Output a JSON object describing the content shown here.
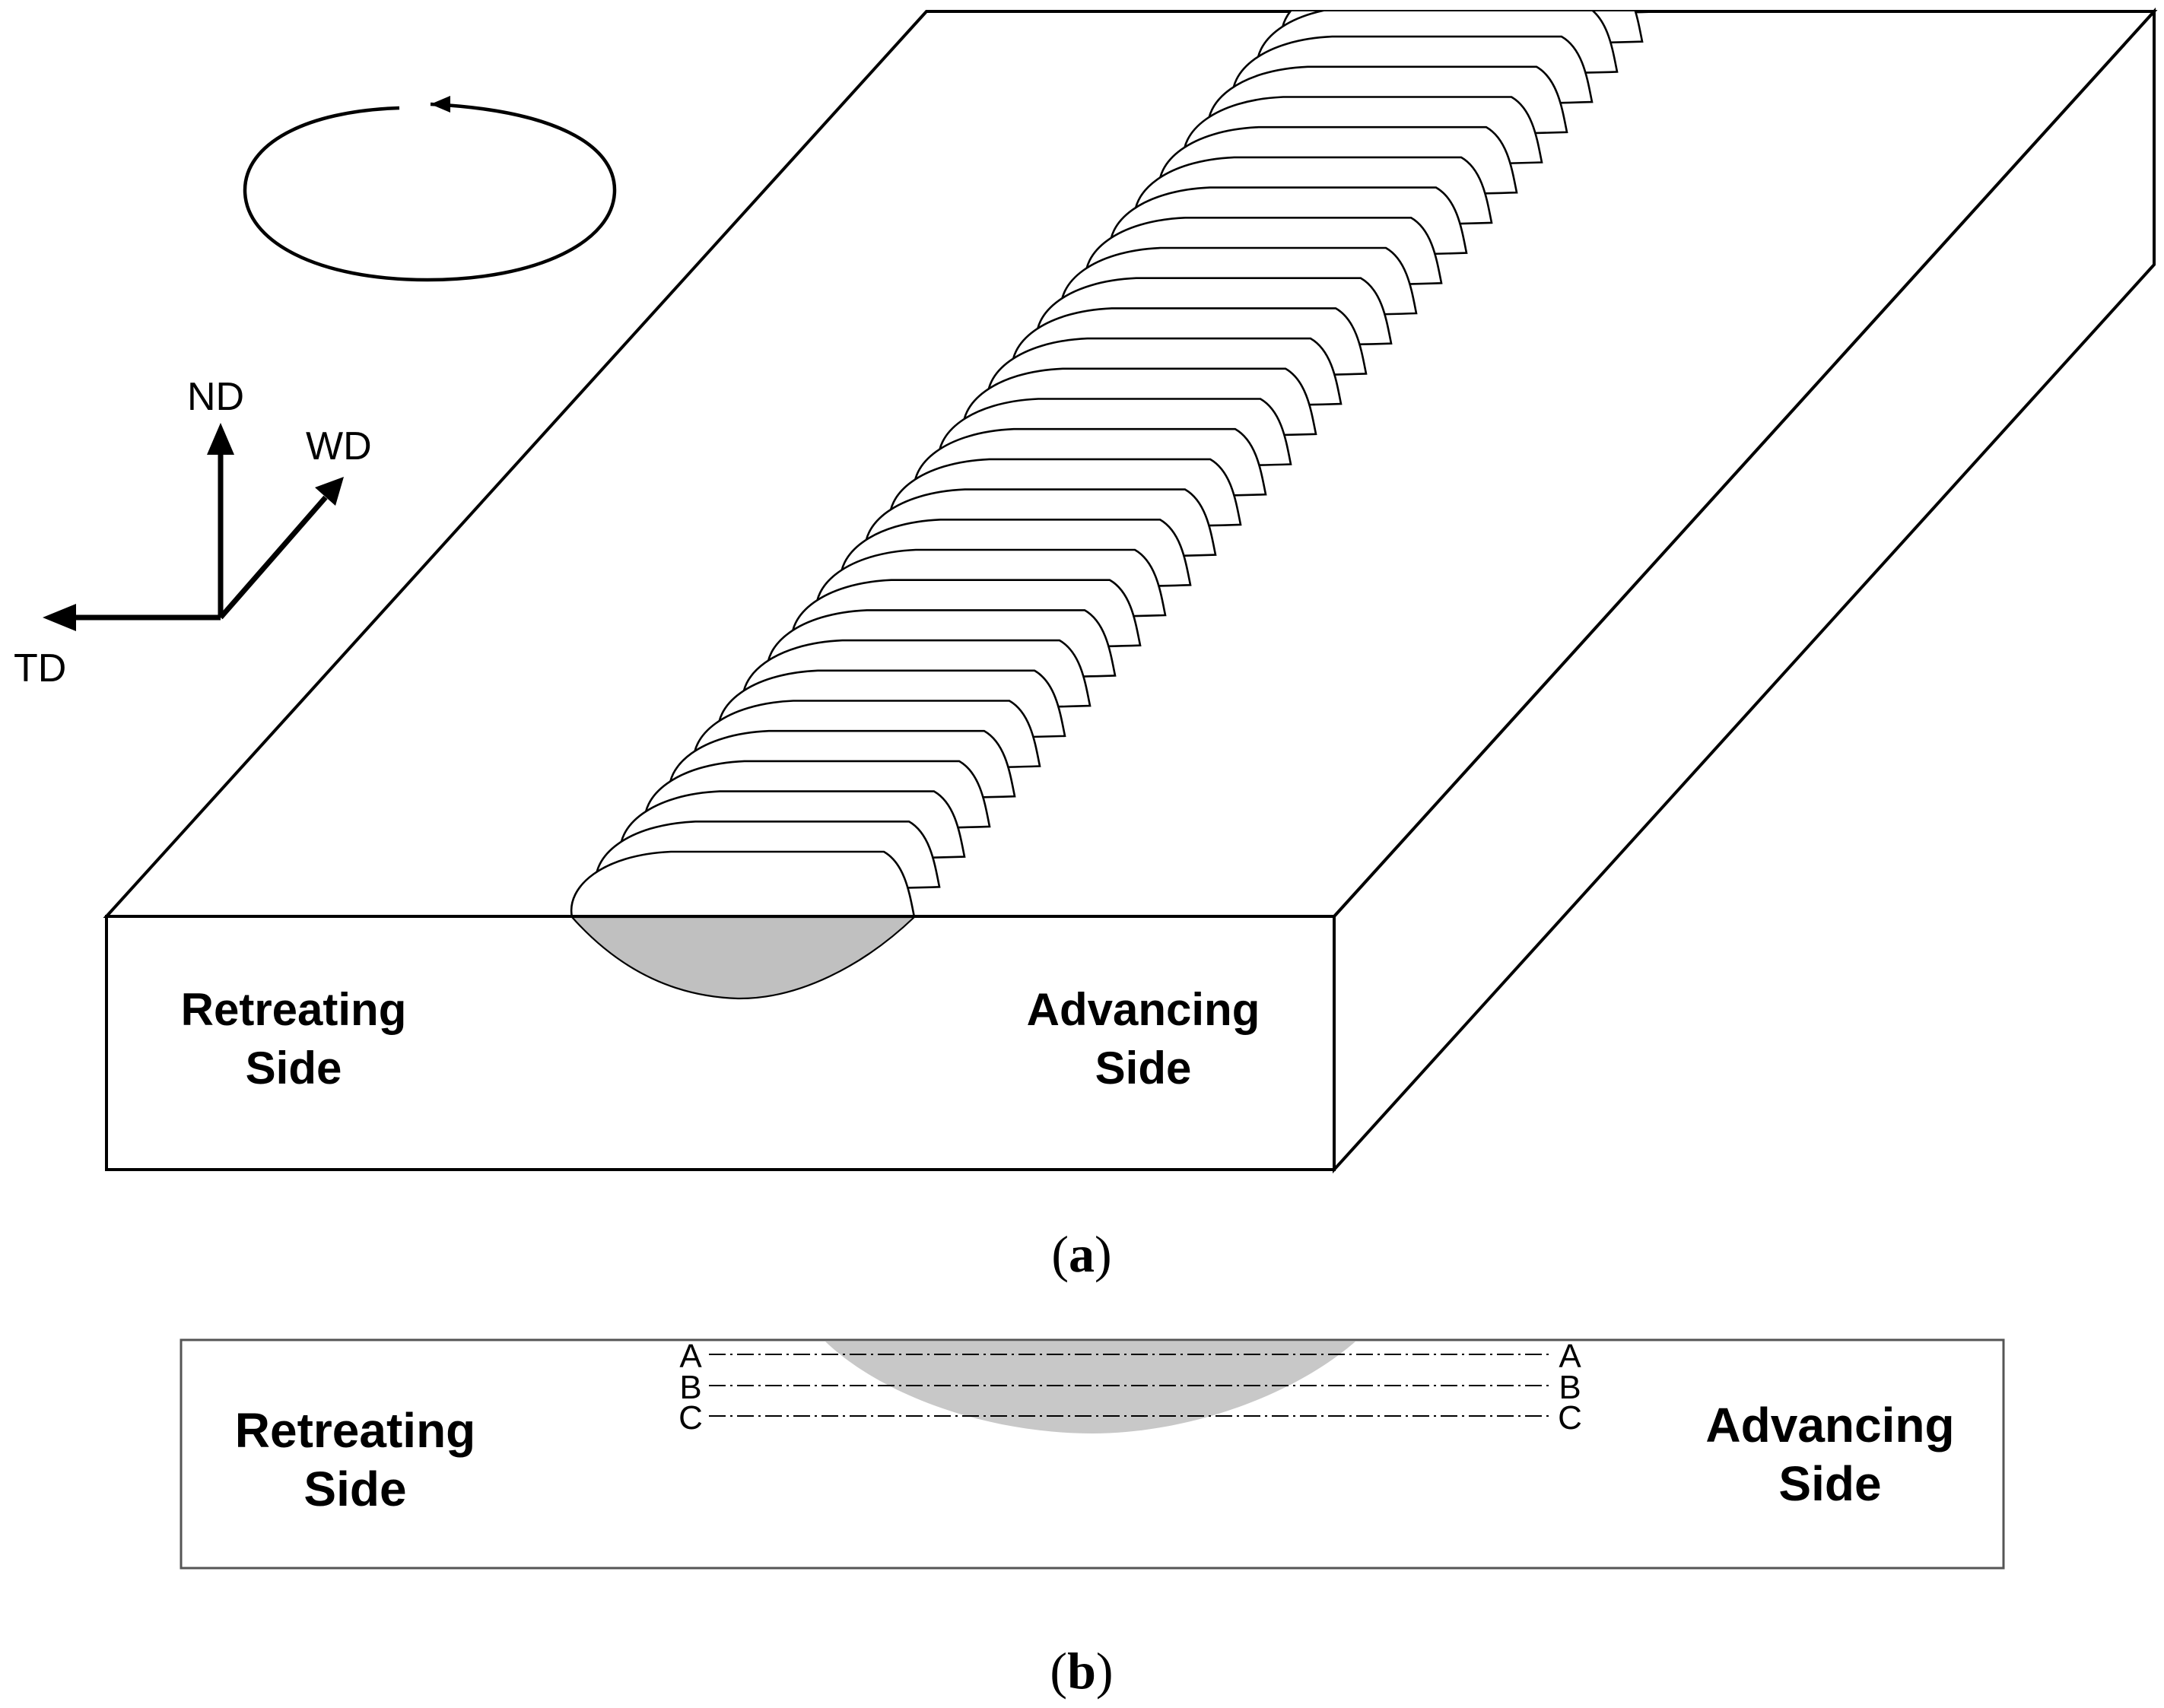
{
  "panel_a": {
    "caption_open": "(",
    "caption_letter": "a",
    "caption_close": ")",
    "axes": {
      "normal": "ND",
      "weld": "WD",
      "transverse": "TD"
    },
    "retreating_line1": "Retreating",
    "retreating_line2": "Side",
    "advancing_line1": "Advancing",
    "advancing_line2": "Side"
  },
  "panel_b": {
    "caption_open": "(",
    "caption_letter": "b",
    "caption_close": ")",
    "retreating_line1": "Retreating",
    "retreating_line2": "Side",
    "advancing_line1": "Advancing",
    "advancing_line2": "Side",
    "scan_lines": [
      {
        "left": "A",
        "right": "A"
      },
      {
        "left": "B",
        "right": "B"
      },
      {
        "left": "C",
        "right": "C"
      }
    ]
  },
  "colors": {
    "nugget": "#c0c0c0",
    "line": "#000000",
    "background": "#ffffff"
  },
  "icons": [
    "rotation-arrow-icon",
    "coordinate-axes-icon"
  ]
}
